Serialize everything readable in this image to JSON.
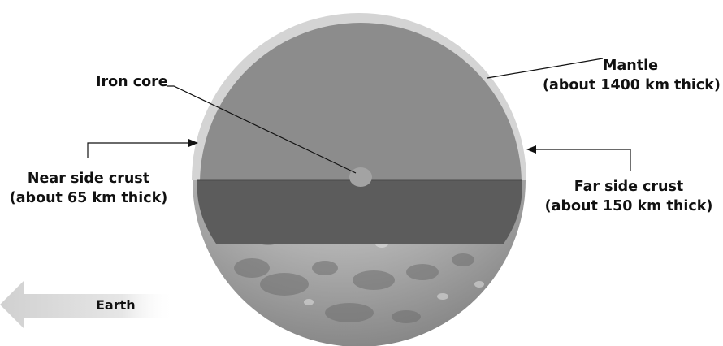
{
  "labels": {
    "iron_core": "Iron core",
    "mantle": {
      "line1": "Mantle",
      "line2": "(about 1400 km thick)"
    },
    "near_side": {
      "line1": "Near side crust",
      "line2": "(about 65 km thick)"
    },
    "far_side": {
      "line1": "Far side crust",
      "line2": "(about 150 km thick)"
    },
    "earth": "Earth"
  },
  "colors": {
    "mantle": "#8a8a8a",
    "crust": "#cfcfcf",
    "cut_face": "#5a5a5a",
    "surface": "#b9b9b9",
    "core": "#9c9c9c"
  }
}
